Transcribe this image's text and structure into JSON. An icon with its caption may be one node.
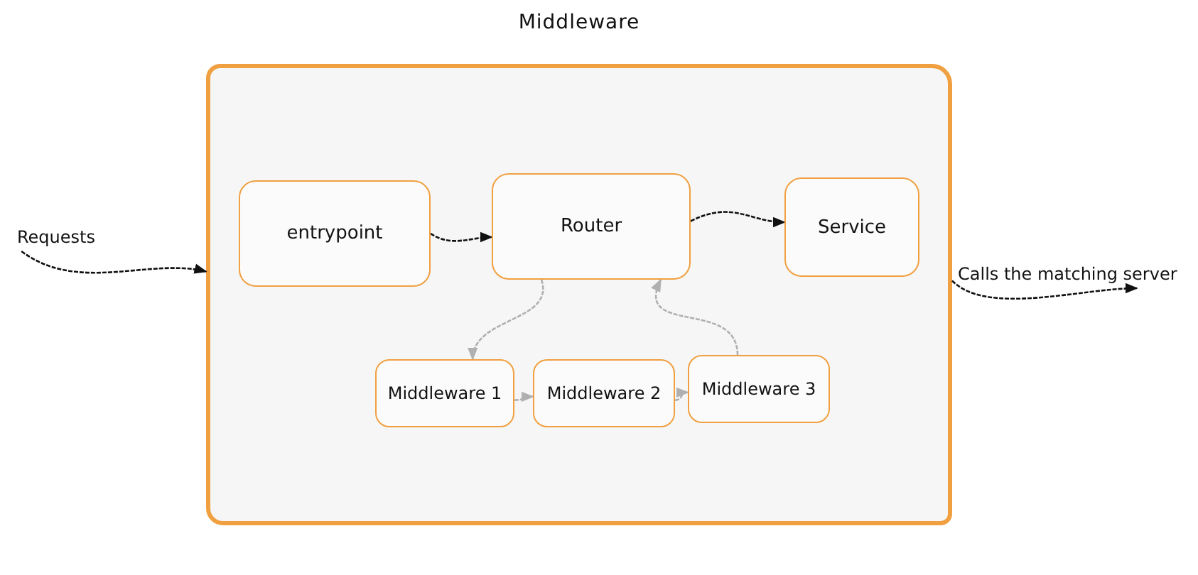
{
  "diagram": {
    "nodes": [
      {
        "text": [
          "Middleware"
        ]
      },
      {
        "text": [
          "entrypoint"
        ],
        "in": 0
      },
      {
        "text": [
          "Router"
        ],
        "in": 0
      },
      {
        "text": [
          "Service"
        ],
        "in": 0
      },
      {
        "text": [
          "Middleware 1"
        ],
        "in": 0
      },
      {
        "text": [
          "Middleware 2"
        ],
        "in": 0
      },
      {
        "text": [
          "Middleware 3"
        ],
        "in": 0
      },
      {
        "text": [
          "Requests"
        ]
      },
      {
        "text": [
          "Calls the matching server"
        ]
      }
    ],
    "edges": [
      {
        "from": 7,
        "to": 0,
        "arrow": "to"
      },
      {
        "from": 1,
        "to": 2,
        "arrow": "to"
      },
      {
        "from": 2,
        "to": 3,
        "arrow": "to"
      },
      {
        "from": 2,
        "to": 4,
        "arrow": "to",
        "color": "#b0b0b0"
      },
      {
        "from": 4,
        "to": 5,
        "arrow": "to",
        "color": "#b0b0b0"
      },
      {
        "from": 5,
        "to": 6,
        "arrow": "to",
        "color": "#b0b0b0"
      },
      {
        "from": 6,
        "to": 2,
        "arrow": "to",
        "color": "#b0b0b0"
      },
      {
        "from": 0,
        "to": 8,
        "arrow": "to"
      }
    ]
  }
}
